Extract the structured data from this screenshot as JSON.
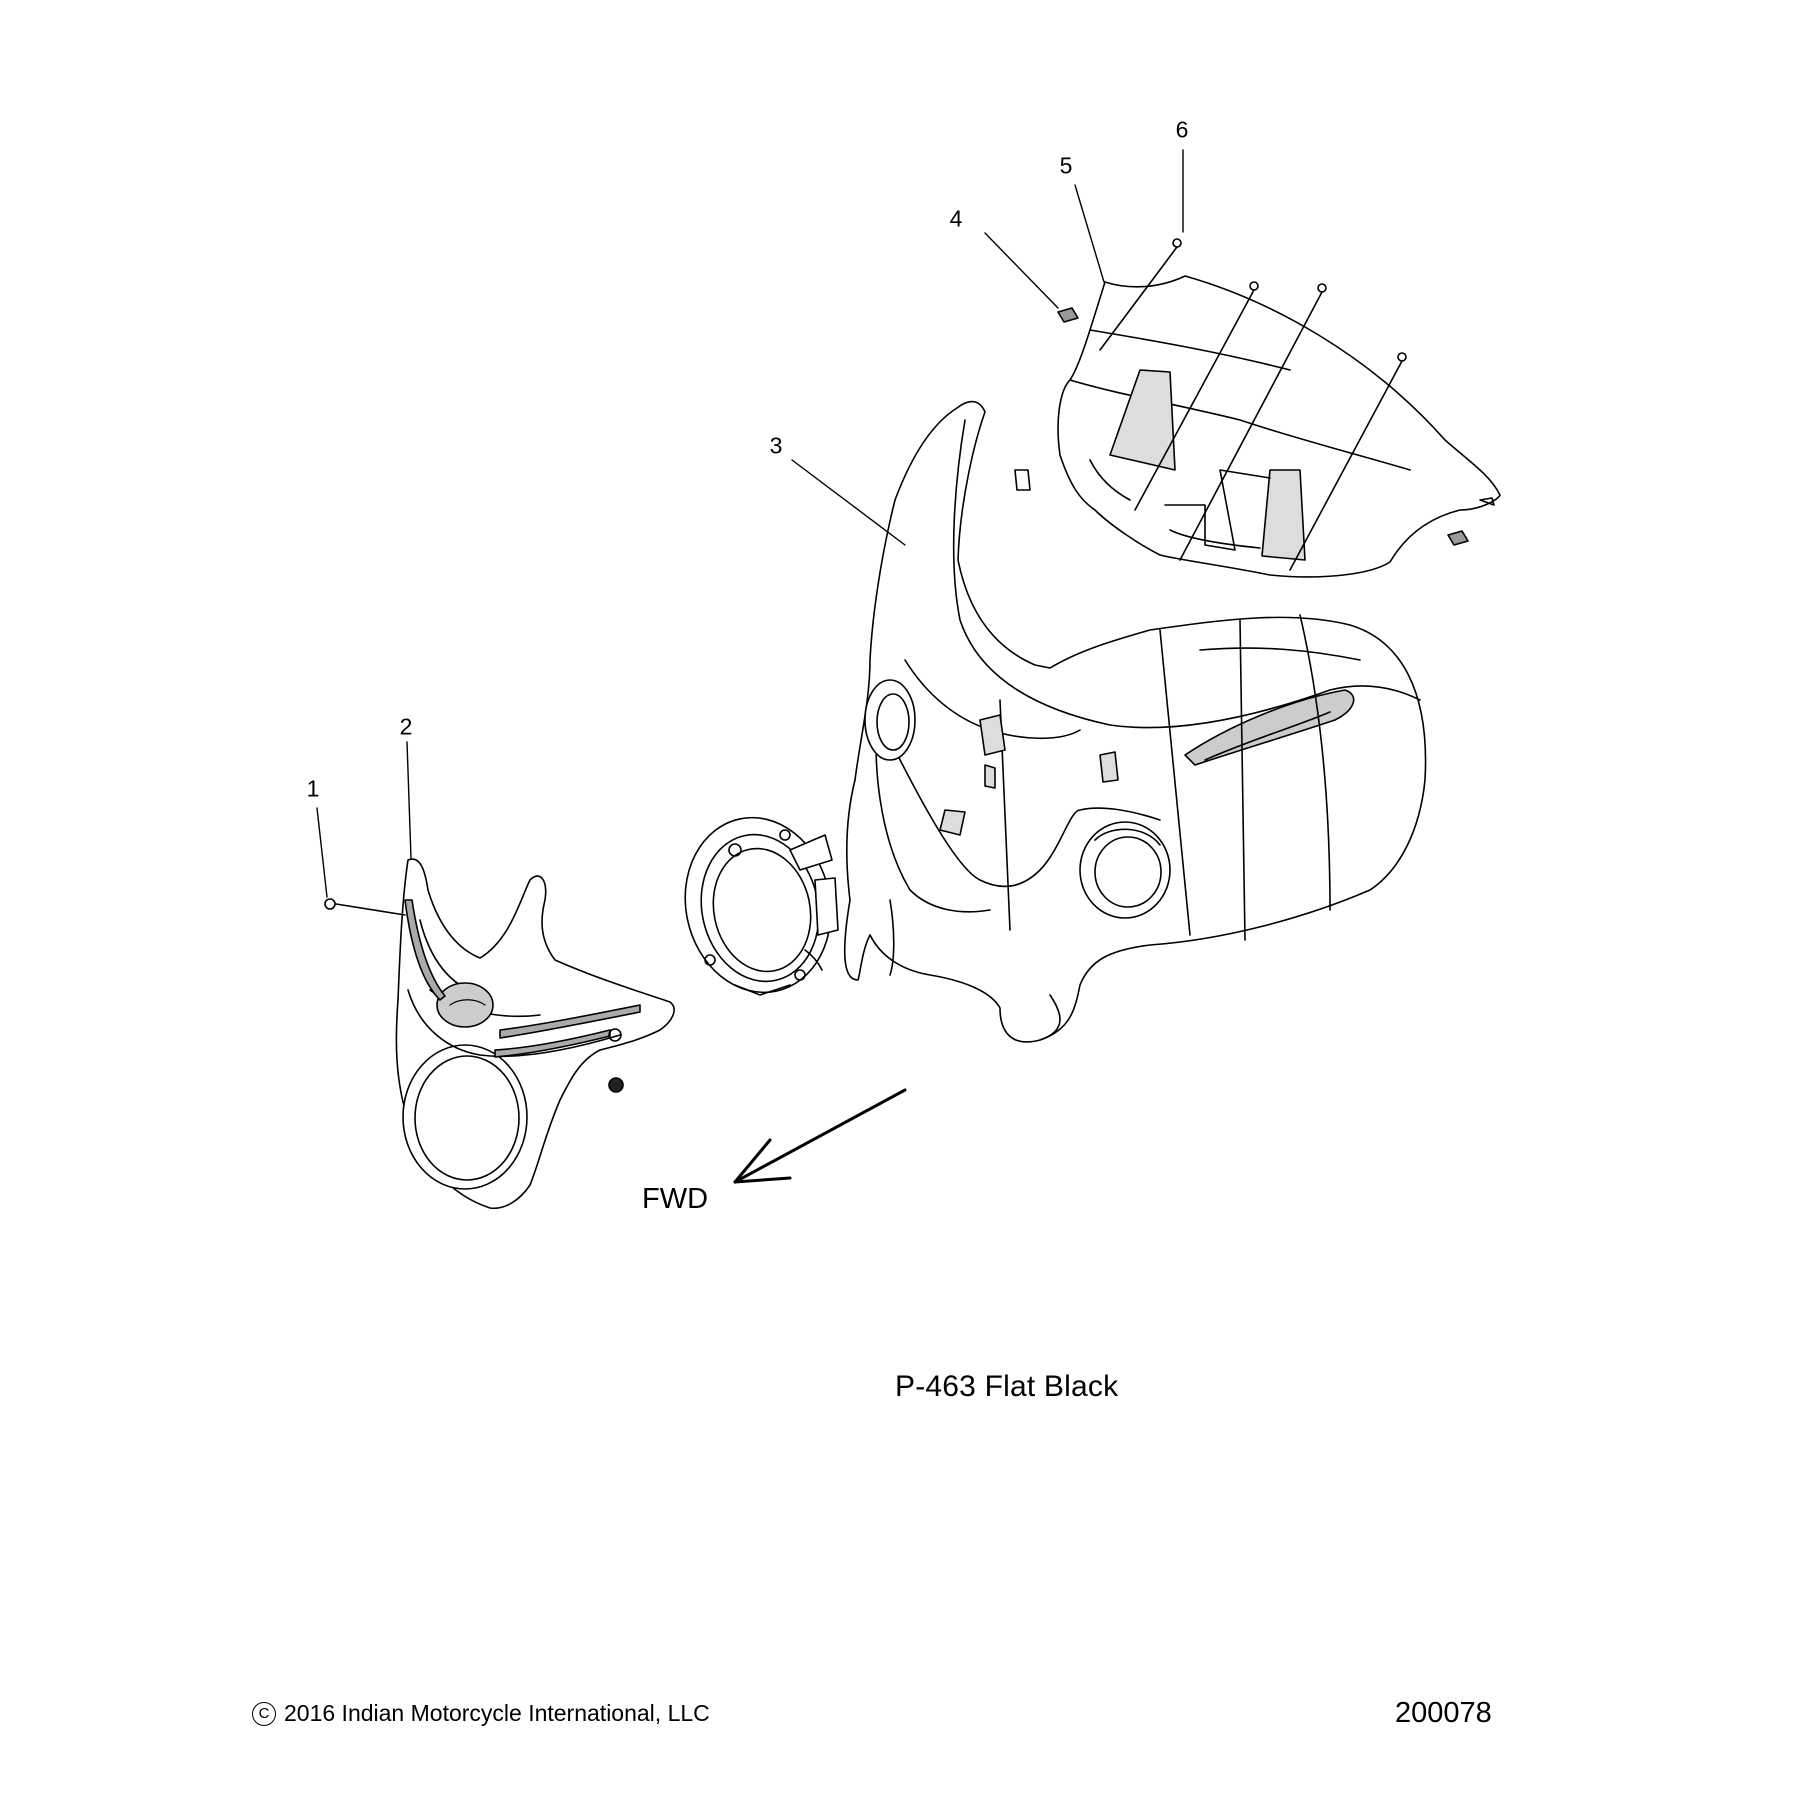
{
  "callouts": [
    {
      "id": "1",
      "label": "1"
    },
    {
      "id": "2",
      "label": "2"
    },
    {
      "id": "3",
      "label": "3"
    },
    {
      "id": "4",
      "label": "4"
    },
    {
      "id": "5",
      "label": "5"
    },
    {
      "id": "6",
      "label": "6"
    }
  ],
  "direction_label": "FWD",
  "paint_note": "P-463  Flat Black",
  "copyright": {
    "symbol": "C",
    "text": "2016 Indian Motorcycle International, LLC"
  },
  "diagram_ref": "200078",
  "colors": {
    "line": "#000000",
    "fill": "#ffffff",
    "shade": "#c8c8c8"
  }
}
